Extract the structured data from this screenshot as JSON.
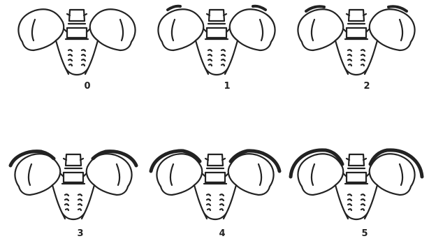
{
  "stages": [
    {
      "label": "0",
      "apophysis_level": 0
    },
    {
      "label": "1",
      "apophysis_level": 1
    },
    {
      "label": "2",
      "apophysis_level": 2
    },
    {
      "label": "3",
      "apophysis_level": 3
    },
    {
      "label": "4",
      "apophysis_level": 4
    },
    {
      "label": "5",
      "apophysis_level": 5
    }
  ],
  "colors": {
    "ink": "#222222",
    "background": "#ffffff"
  }
}
